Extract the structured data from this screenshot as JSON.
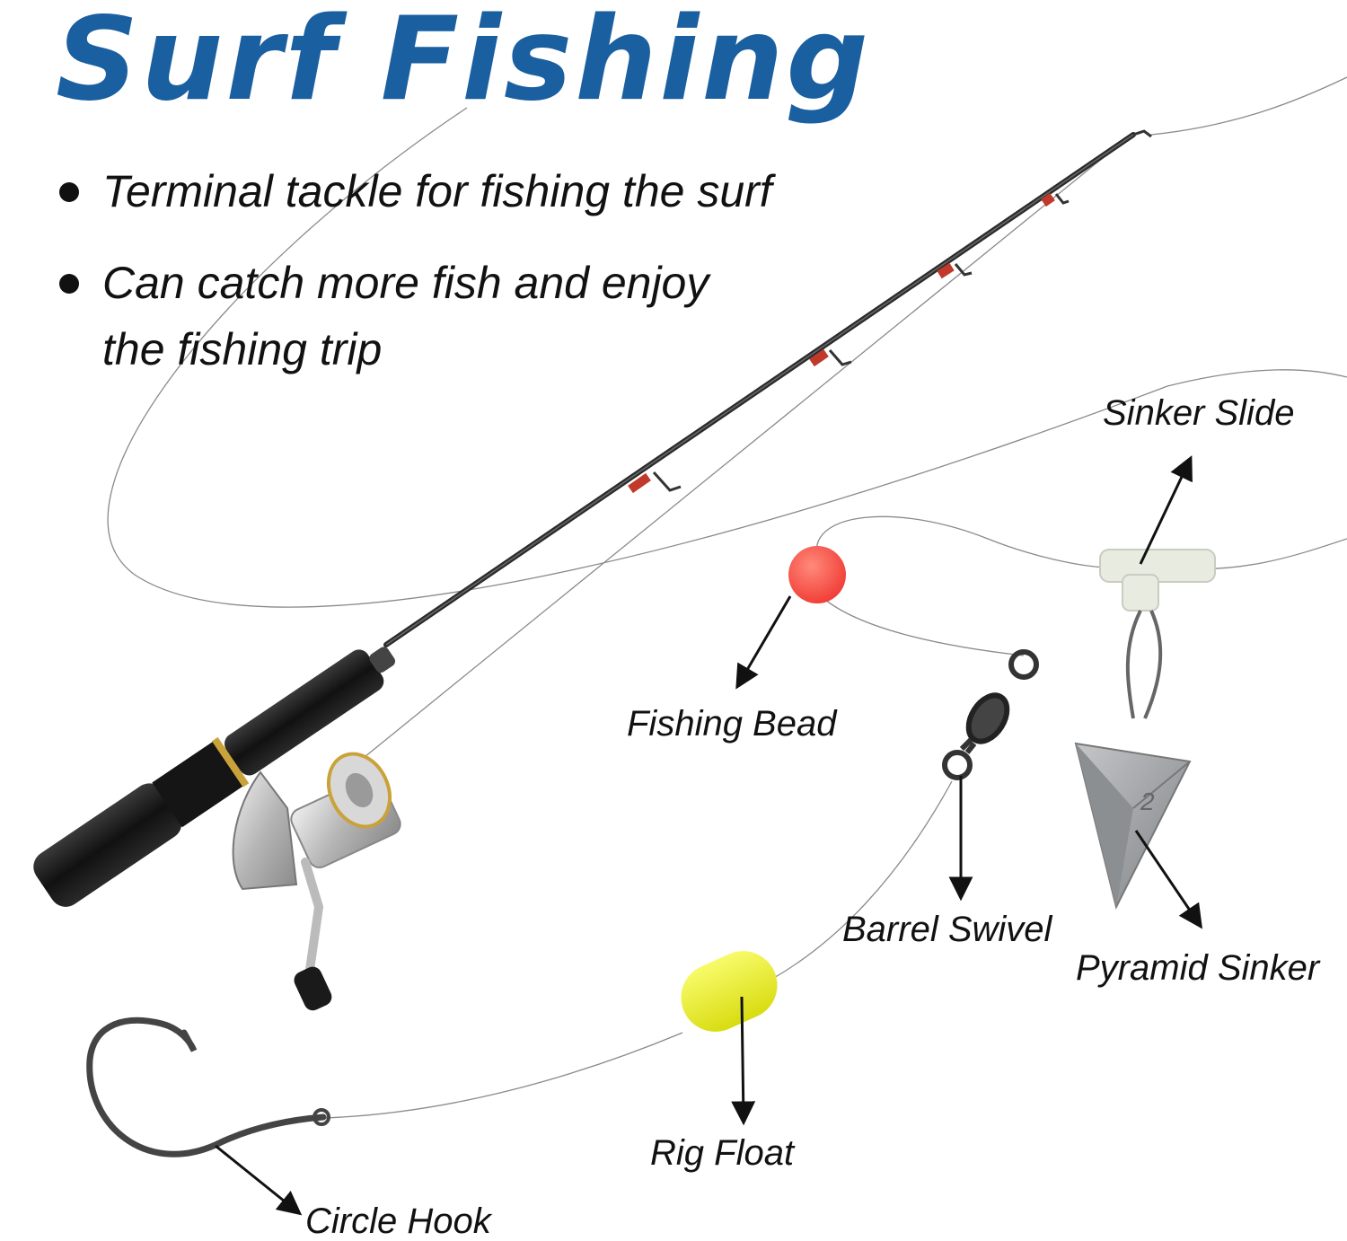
{
  "title": "Surf Fishing",
  "bullets": [
    "Terminal tackle for fishing the surf",
    "Can catch more fish and enjoy the fishing trip"
  ],
  "labels": {
    "sinker_slide": "Sinker Slide",
    "fishing_bead": "Fishing Bead",
    "barrel_swivel": "Barrel Swivel",
    "pyramid_sinker": "Pyramid Sinker",
    "rig_float": "Rig Float",
    "circle_hook": "Circle Hook"
  },
  "sinker_marking": "2",
  "colors": {
    "title": "#1a5fa0",
    "text": "#111111",
    "bead": "#ff4a4a",
    "float": "#eef22e",
    "slide": "#e8ebe0",
    "sinker": "#9a9da0",
    "rod": "#2b2b2b",
    "handle": "#1b1b1b",
    "reel": "#c8c8c8",
    "rod_wrap": "#c0392b",
    "ferrule": "#c9a23a"
  },
  "icons": [
    "fishing-rod",
    "spinning-reel",
    "fishing-bead",
    "barrel-swivel",
    "sinker-slide",
    "pyramid-sinker",
    "rig-float",
    "circle-hook",
    "arrow"
  ]
}
